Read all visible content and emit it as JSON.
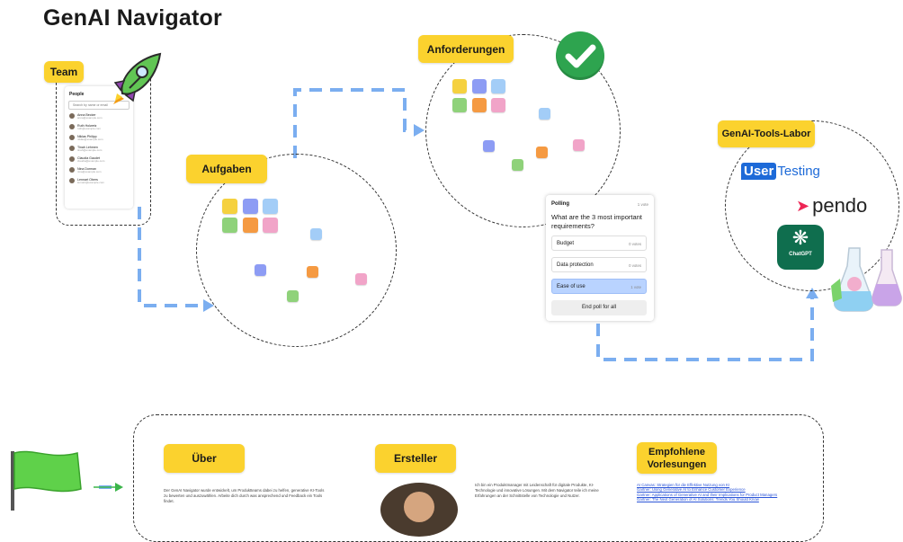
{
  "board": {
    "title": "GenAI Navigator"
  },
  "sections": {
    "team": "Team",
    "tasks": "Aufgaben",
    "requirements": "Anforderungen",
    "lab": "GenAI-Tools-Labor",
    "about": "Über",
    "creator": "Ersteller",
    "lectures": "Empfohlene Vorlesungen"
  },
  "team_panel": {
    "header": "People",
    "search_placeholder": "Search by name or email",
    "members": [
      {
        "name": "Anna Becker",
        "email": "anna@example.com"
      },
      {
        "name": "Ruth Holwetz",
        "email": "ruth@example.com"
      },
      {
        "name": "Niklas Philipp",
        "email": "niklas@example.com"
      },
      {
        "name": "Tinah Lehmen",
        "email": "tinah@example.com"
      },
      {
        "name": "Claudia Gaudet",
        "email": "claudia@example.com"
      },
      {
        "name": "Nina Dorman",
        "email": "nina@example.com"
      },
      {
        "name": "Lennart Obers",
        "email": "lennart@example.com"
      }
    ]
  },
  "poll": {
    "title": "Polling",
    "votes": "1 vote",
    "question": "What are the 3 most important requirements?",
    "options": [
      {
        "label": "Budget",
        "votes": "0 votes",
        "selected": false
      },
      {
        "label": "Data protection",
        "votes": "0 votes",
        "selected": false
      },
      {
        "label": "Ease of use",
        "votes": "1 vote",
        "selected": true
      }
    ],
    "end_button": "End poll for all"
  },
  "tools": {
    "usertesting_user": "User",
    "usertesting_testing": "Testing",
    "pendo": "pendo",
    "chatgpt": "ChatGPT"
  },
  "about_text": "Der GenAI Navigator wurde entwickelt, um Produktteams dabei zu helfen, generative KI-Tools zu bewerten und auszuwählen. Arbeite dich durch was ansprechend und Feedback ein Tools findet.",
  "creator_text": "Ich bin ein Produktmanager mit Leidenschaft für digitale Produkte, KI-Technologie und innovative Lösungen. Mit dem Navigator teile ich meine Erfahrungen an der Schnittstelle von Technologie und Nutzer.",
  "lectures_links": [
    "AI Canvas: Strategien für die Effektive Nutzung von KI",
    "Gartner: Using Generative AI to Enhance Customer Experience",
    "Gartner: Applications of Generative AI and their Implications for Product Managers",
    "Gartner: The Next Generation of AI Solutions: Trends You Should Know"
  ],
  "colors": {
    "label_yellow": "#fbd22e",
    "connector_blue": "#7baef0",
    "poll_selected": "#b9d3ff"
  }
}
